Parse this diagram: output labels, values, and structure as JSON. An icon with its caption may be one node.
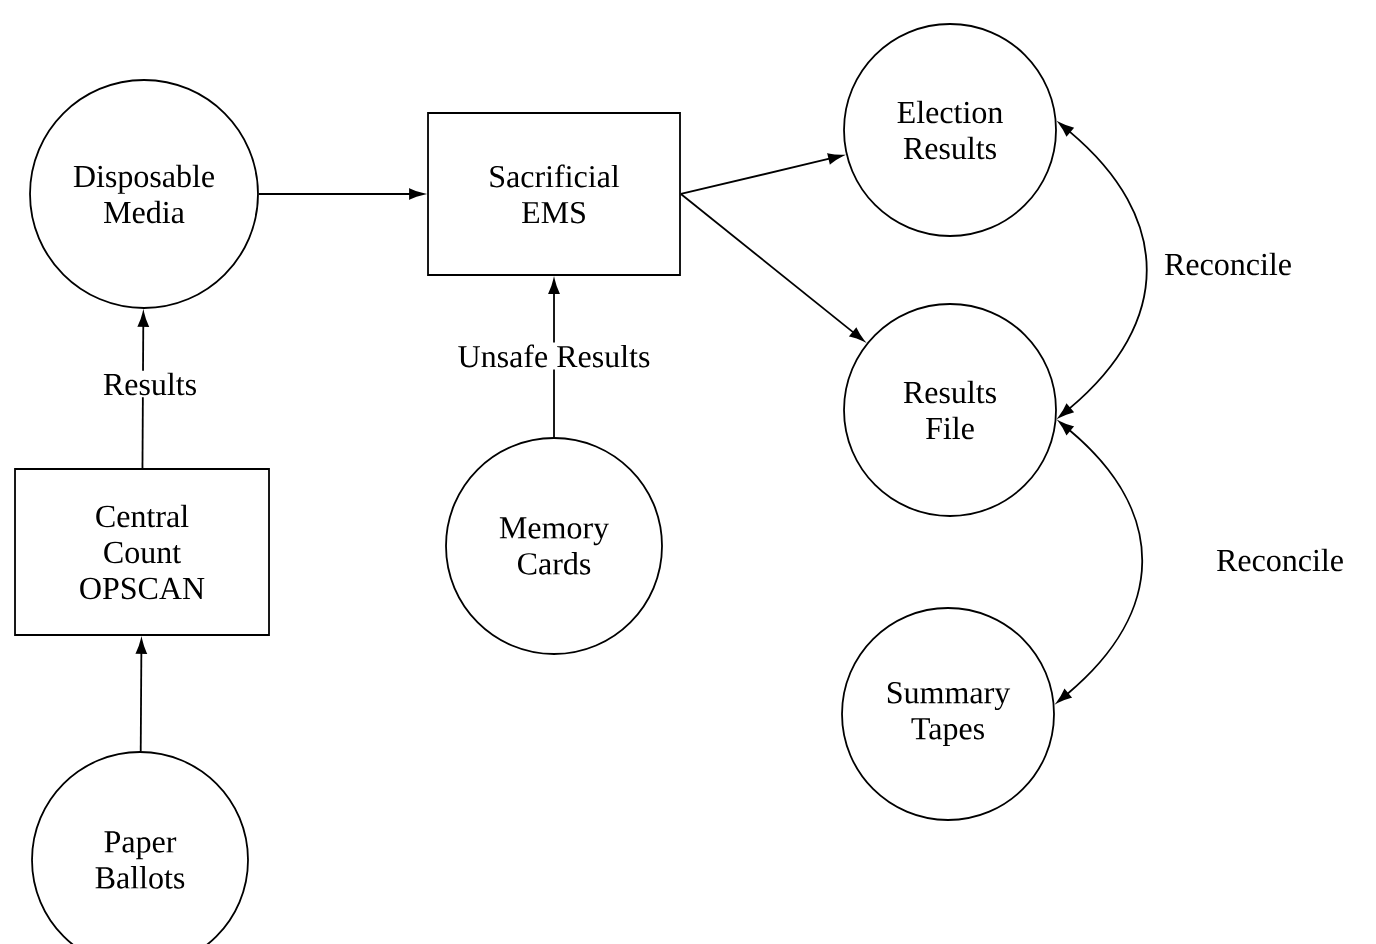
{
  "diagram": {
    "nodes": [
      {
        "text": [
          "Disposable Media"
        ]
      },
      {
        "text": [
          "Sacrificial EMS"
        ]
      },
      {
        "text": [
          "Election Results"
        ]
      },
      {
        "text": [
          "Results File"
        ]
      },
      {
        "text": [
          "Central Count OPSCAN"
        ]
      },
      {
        "text": [
          "Memory Cards"
        ]
      },
      {
        "text": [
          "Summary Tapes"
        ]
      },
      {
        "text": [
          "Paper Ballots"
        ]
      }
    ],
    "edges": [
      {
        "from": 0,
        "to": 1,
        "arrow": "to"
      },
      {
        "from": 1,
        "to": 2,
        "arrow": "to"
      },
      {
        "from": 1,
        "to": 3,
        "arrow": "to"
      },
      {
        "from": 4,
        "to": 0,
        "arrow": "to",
        "label": "Results"
      },
      {
        "from": 5,
        "to": 1,
        "arrow": "to",
        "label": "Unsafe Results"
      },
      {
        "from": 7,
        "to": 4,
        "arrow": "to"
      },
      {
        "from": 2,
        "to": 3,
        "arrow": "both",
        "label": "Reconcile"
      },
      {
        "from": 3,
        "to": 6,
        "arrow": "both",
        "label": "Reconcile"
      }
    ]
  }
}
